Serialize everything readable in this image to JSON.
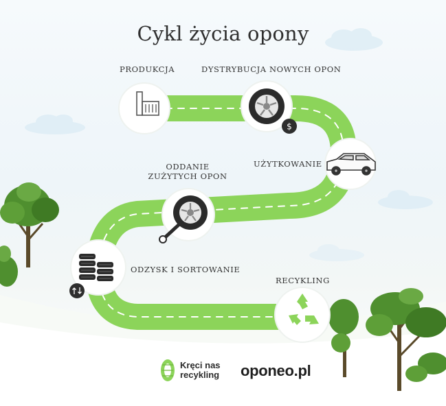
{
  "title": "Cykl życia opony",
  "stages": {
    "production": "PRODUKCJA",
    "distribution": "DYSTRYBUCJA NOWYCH OPON",
    "usage": "UŻYTKOWANIE",
    "return_line1": "ODDANIE",
    "return_line2": "ZUŻYTYCH OPON",
    "recovery": "ODZYSK I SORTOWANIE",
    "recycling": "RECYKLING"
  },
  "logos": {
    "campaign_line1": "Kręci nas",
    "campaign_line2": "recykling",
    "brand": "oponeo.pl"
  },
  "colors": {
    "road": "#8cd45a",
    "road_dark": "#78c24a",
    "tree": "#4f8f2f",
    "badge": "#2e2e2e"
  },
  "icons": [
    "factory-icon",
    "tire-icon",
    "dollar-icon",
    "car-icon",
    "tire-wrench-icon",
    "tire-stack-icon",
    "arrows-icon",
    "recycle-icon"
  ]
}
